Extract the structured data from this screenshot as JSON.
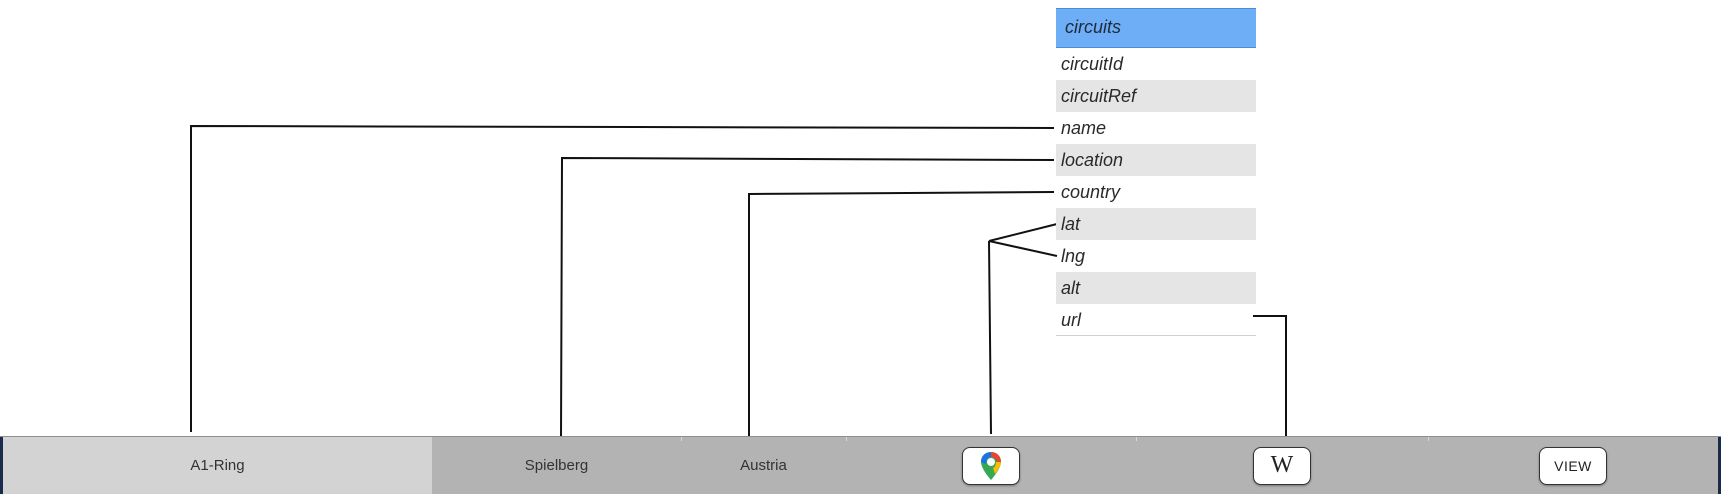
{
  "schema": {
    "title": "circuits",
    "fields": [
      "circuitId",
      "circuitRef",
      "name",
      "location",
      "country",
      "lat",
      "lng",
      "alt",
      "url"
    ]
  },
  "bar": {
    "name": "A1-Ring",
    "location": "Spielberg",
    "country": "Austria",
    "wiki_label": "W",
    "view_label": "VIEW"
  },
  "icons": {
    "map": "google-maps-pin-icon",
    "wiki": "wikipedia-icon"
  },
  "colors": {
    "header": "#6eaef7",
    "bar": "#b3b3b3",
    "bar_first_cell": "#d3d3d3",
    "row_alt": "#e5e5e5"
  }
}
